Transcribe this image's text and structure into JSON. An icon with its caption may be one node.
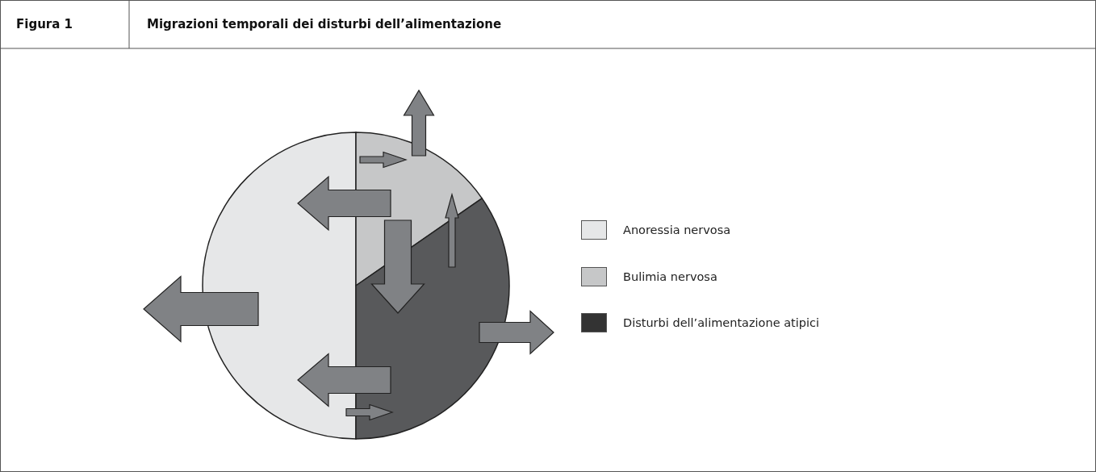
{
  "diagram": {
    "title": "Migrazioni temporali dei disturbi dell’alimentazione",
    "nodes": [
      {
        "text": [],
        "shape": "sector"
      },
      {
        "text": [],
        "shape": "sector"
      },
      {
        "text": [],
        "shape": "sector"
      }
    ],
    "edges": [
      {
        "from": 1,
        "to": null,
        "arrow": "to"
      },
      {
        "from": 0,
        "to": 1,
        "arrow": "to"
      },
      {
        "from": 1,
        "to": 0,
        "arrow": "to"
      },
      {
        "from": 2,
        "to": 1,
        "arrow": "to"
      },
      {
        "from": 1,
        "to": 2,
        "arrow": "to"
      },
      {
        "from": 0,
        "to": null,
        "arrow": "to"
      },
      {
        "from": 2,
        "to": null,
        "arrow": "to"
      },
      {
        "from": 2,
        "to": 0,
        "arrow": "to"
      },
      {
        "from": 0,
        "to": 2,
        "arrow": "to"
      }
    ],
    "labels": [
      "Figura 1"
    ],
    "legend": [
      {
        "text": "Anoressia nervosa",
        "color": "#e6e7e8"
      },
      {
        "text": "Bulimia nervosa",
        "color": "#c6c7c8"
      },
      {
        "text": "Disturbi dell’alimentazione atipici",
        "color": "#333333"
      }
    ]
  }
}
